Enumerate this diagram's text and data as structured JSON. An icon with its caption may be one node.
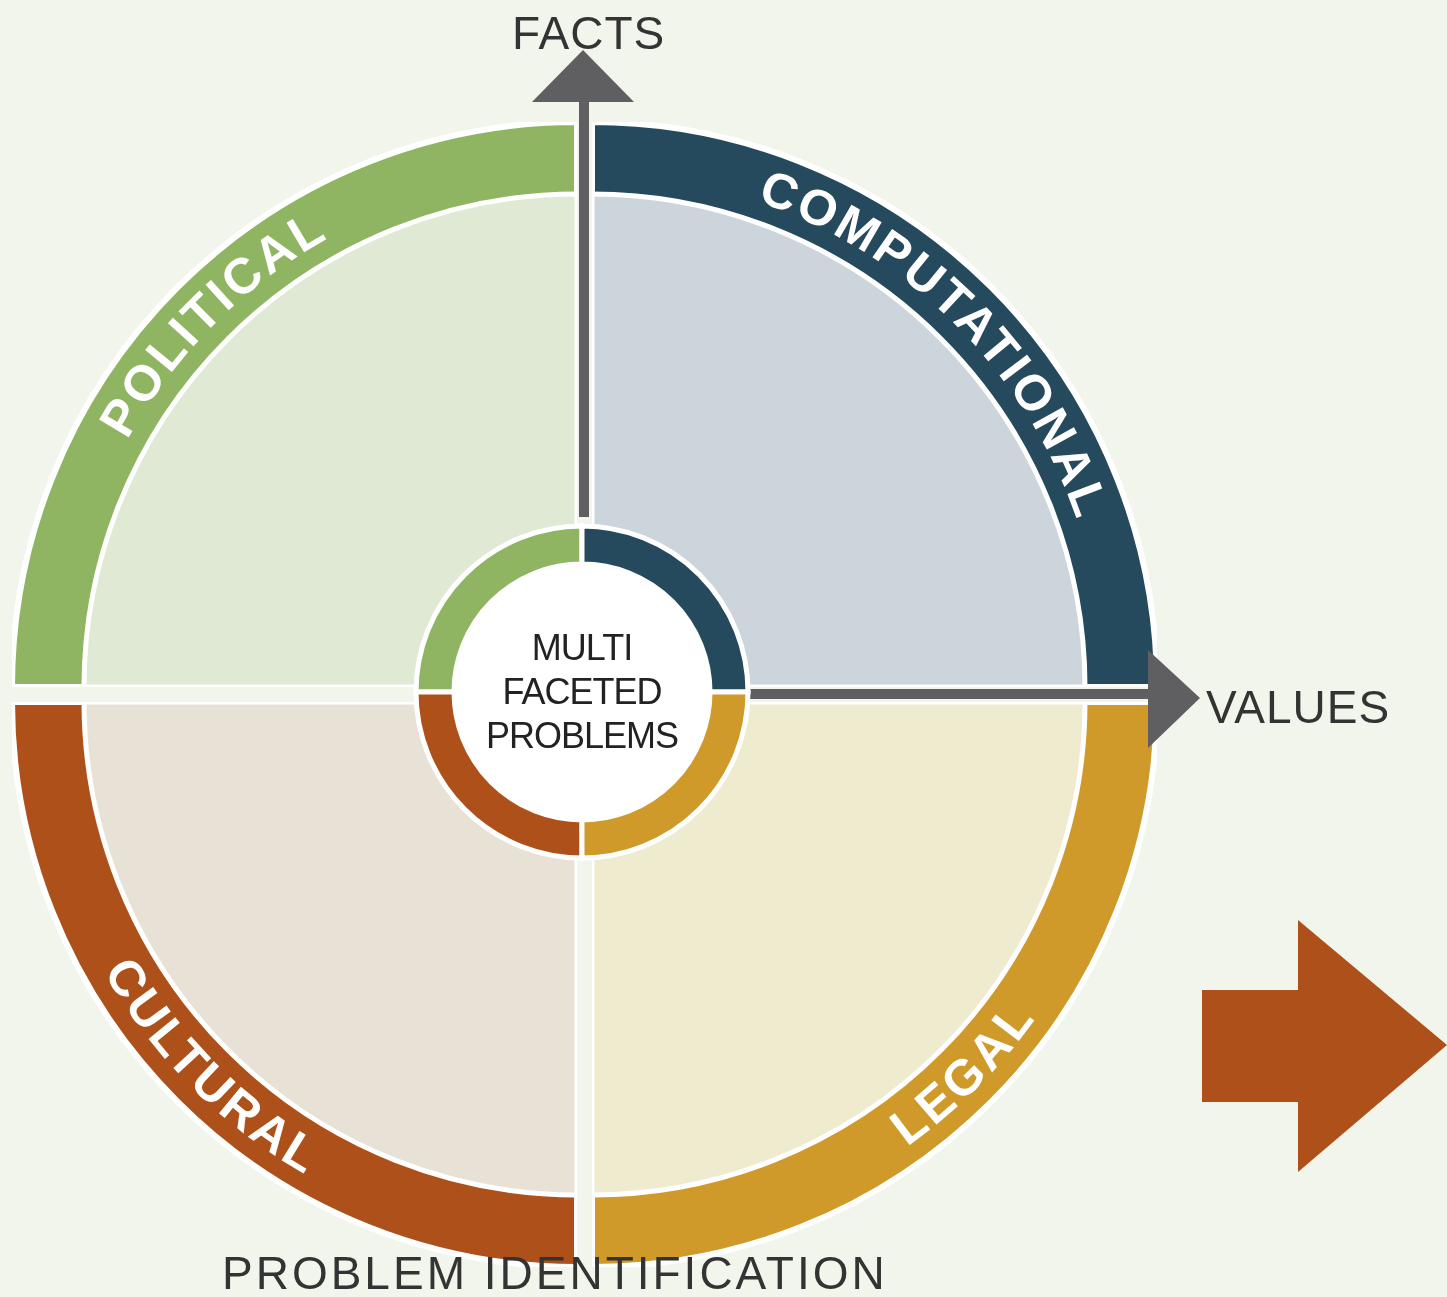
{
  "diagram": {
    "caption": "PROBLEM IDENTIFICATION",
    "nodes": [
      {
        "text": [
          "POLITICAL"
        ]
      },
      {
        "text": [
          "COMPUTATIONAL"
        ]
      },
      {
        "text": [
          "CULTURAL"
        ]
      },
      {
        "text": [
          "LEGAL"
        ]
      },
      {
        "text": [
          "MULTI FACETED PROBLEMS"
        ]
      }
    ],
    "labels": [
      "FACTS",
      "VALUES"
    ]
  }
}
